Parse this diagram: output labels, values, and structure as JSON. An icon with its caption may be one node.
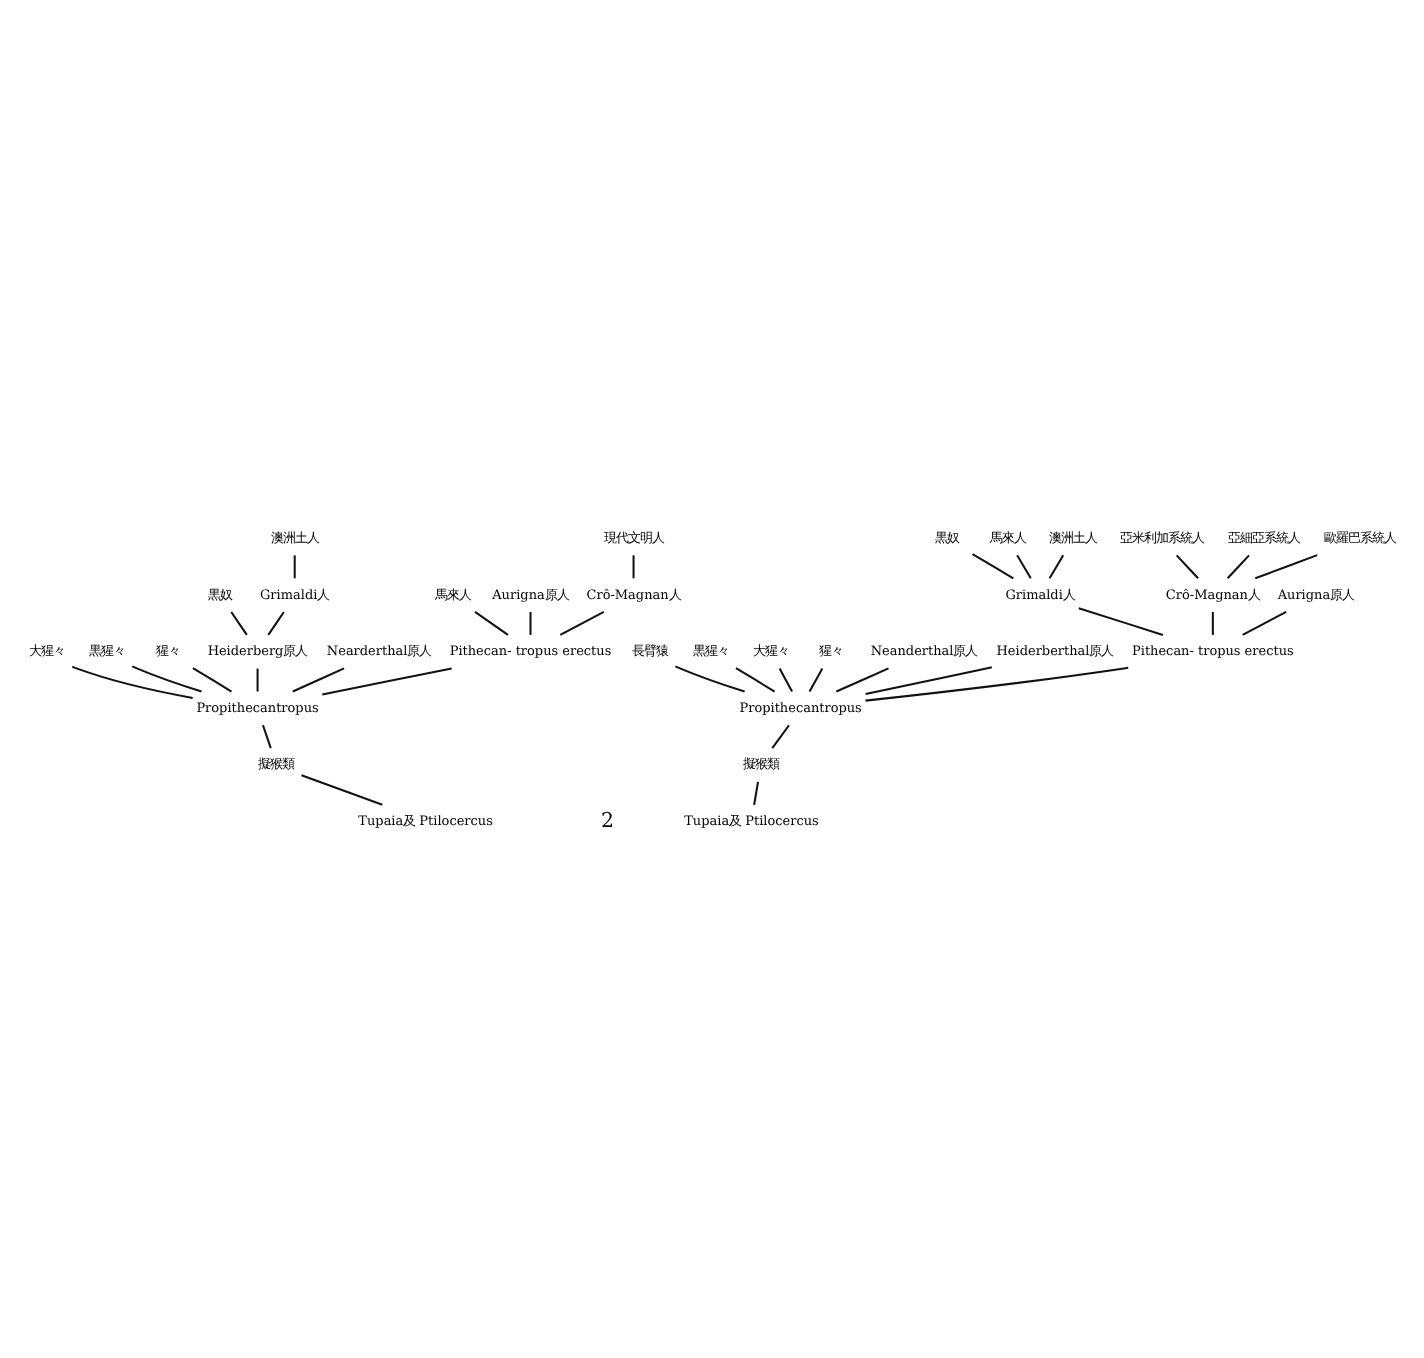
{
  "diagram": {
    "nodes": [
      {
        "text": [
          "大猩々"
        ]
      },
      {
        "text": [
          "黒奴"
        ]
      },
      {
        "text": [
          "澳洲土人"
        ]
      },
      {
        "text": [
          "黒猩々"
        ]
      },
      {
        "text": [
          "猩々"
        ]
      },
      {
        "text": [
          "馬來人"
        ]
      },
      {
        "text": [
          "現代文明人"
        ]
      },
      {
        "text": [
          "Grimaldi人"
        ]
      },
      {
        "text": [
          "Heiderberg原人"
        ]
      },
      {
        "text": [
          "Nearderthal原人"
        ]
      },
      {
        "text": [
          "Aurigna原人"
        ]
      },
      {
        "text": [
          "Crô-Magnan人"
        ]
      },
      {
        "text": [
          "Pithecan- tropus erectus"
        ]
      },
      {
        "text": [
          "Propithecantropus"
        ]
      },
      {
        "text": [
          "擬猴類"
        ]
      },
      {
        "text": [
          "Tupaia及 Ptilocercus"
        ]
      },
      {
        "text": [
          "長臂猿"
        ]
      },
      {
        "text": [
          "黒猩々"
        ]
      },
      {
        "text": [
          "大猩々"
        ]
      },
      {
        "text": [
          "猩々"
        ]
      },
      {
        "text": [
          "黒奴"
        ]
      },
      {
        "text": [
          "馬來人"
        ]
      },
      {
        "text": [
          "澳洲土人"
        ]
      },
      {
        "text": [
          "亞米利加系統人"
        ]
      },
      {
        "text": [
          "亞細亞系統人"
        ]
      },
      {
        "text": [
          "歐羅巴系統人"
        ]
      },
      {
        "text": [
          "Grimaldi人"
        ]
      },
      {
        "text": [
          "Crô-Magnan人"
        ]
      },
      {
        "text": [
          "Aurigna原人"
        ]
      },
      {
        "text": [
          "Neanderthal原人"
        ]
      },
      {
        "text": [
          "Heiderberthal原人"
        ]
      },
      {
        "text": [
          "Pithecan- tropus erectus"
        ]
      },
      {
        "text": [
          "Propithecantropus"
        ]
      },
      {
        "text": [
          "擬猴類"
        ]
      },
      {
        "text": [
          "Tupaia及 Ptilocercus"
        ]
      }
    ],
    "edges": [
      {
        "from": 15,
        "to": 14,
        "arrow": "none"
      },
      {
        "from": 14,
        "to": 13,
        "arrow": "none"
      },
      {
        "from": 13,
        "to": 0,
        "arrow": "none"
      },
      {
        "from": 13,
        "to": 9,
        "arrow": "none"
      },
      {
        "from": 13,
        "to": 8,
        "arrow": "none"
      },
      {
        "from": 8,
        "to": 7,
        "arrow": "none"
      },
      {
        "from": 7,
        "to": 2,
        "arrow": "none"
      },
      {
        "from": 8,
        "to": 1,
        "arrow": "none"
      },
      {
        "from": 13,
        "to": 3,
        "arrow": "none"
      },
      {
        "from": 13,
        "to": 4,
        "arrow": "none"
      },
      {
        "from": 13,
        "to": 12,
        "arrow": "none"
      },
      {
        "from": 12,
        "to": 10,
        "arrow": "none"
      },
      {
        "from": 12,
        "to": 5,
        "arrow": "none"
      },
      {
        "from": 12,
        "to": 11,
        "arrow": "none"
      },
      {
        "from": 11,
        "to": 6,
        "arrow": "none"
      },
      {
        "from": 34,
        "to": 33,
        "arrow": "none"
      },
      {
        "from": 33,
        "to": 32,
        "arrow": "none"
      },
      {
        "from": 32,
        "to": 16,
        "arrow": "none"
      },
      {
        "from": 32,
        "to": 17,
        "arrow": "none"
      },
      {
        "from": 32,
        "to": 18,
        "arrow": "none"
      },
      {
        "from": 32,
        "to": 19,
        "arrow": "none"
      },
      {
        "from": 32,
        "to": 30,
        "arrow": "none"
      },
      {
        "from": 32,
        "to": 29,
        "arrow": "none"
      },
      {
        "from": 32,
        "to": 31,
        "arrow": "none"
      },
      {
        "from": 31,
        "to": 26,
        "arrow": "none"
      },
      {
        "from": 26,
        "to": 20,
        "arrow": "none"
      },
      {
        "from": 26,
        "to": 21,
        "arrow": "none"
      },
      {
        "from": 26,
        "to": 22,
        "arrow": "none"
      },
      {
        "from": 31,
        "to": 27,
        "arrow": "none"
      },
      {
        "from": 27,
        "to": 23,
        "arrow": "none"
      },
      {
        "from": 27,
        "to": 24,
        "arrow": "none"
      },
      {
        "from": 27,
        "to": 25,
        "arrow": "none"
      },
      {
        "from": 31,
        "to": 28,
        "arrow": "none"
      }
    ],
    "labels": [
      "2"
    ]
  }
}
